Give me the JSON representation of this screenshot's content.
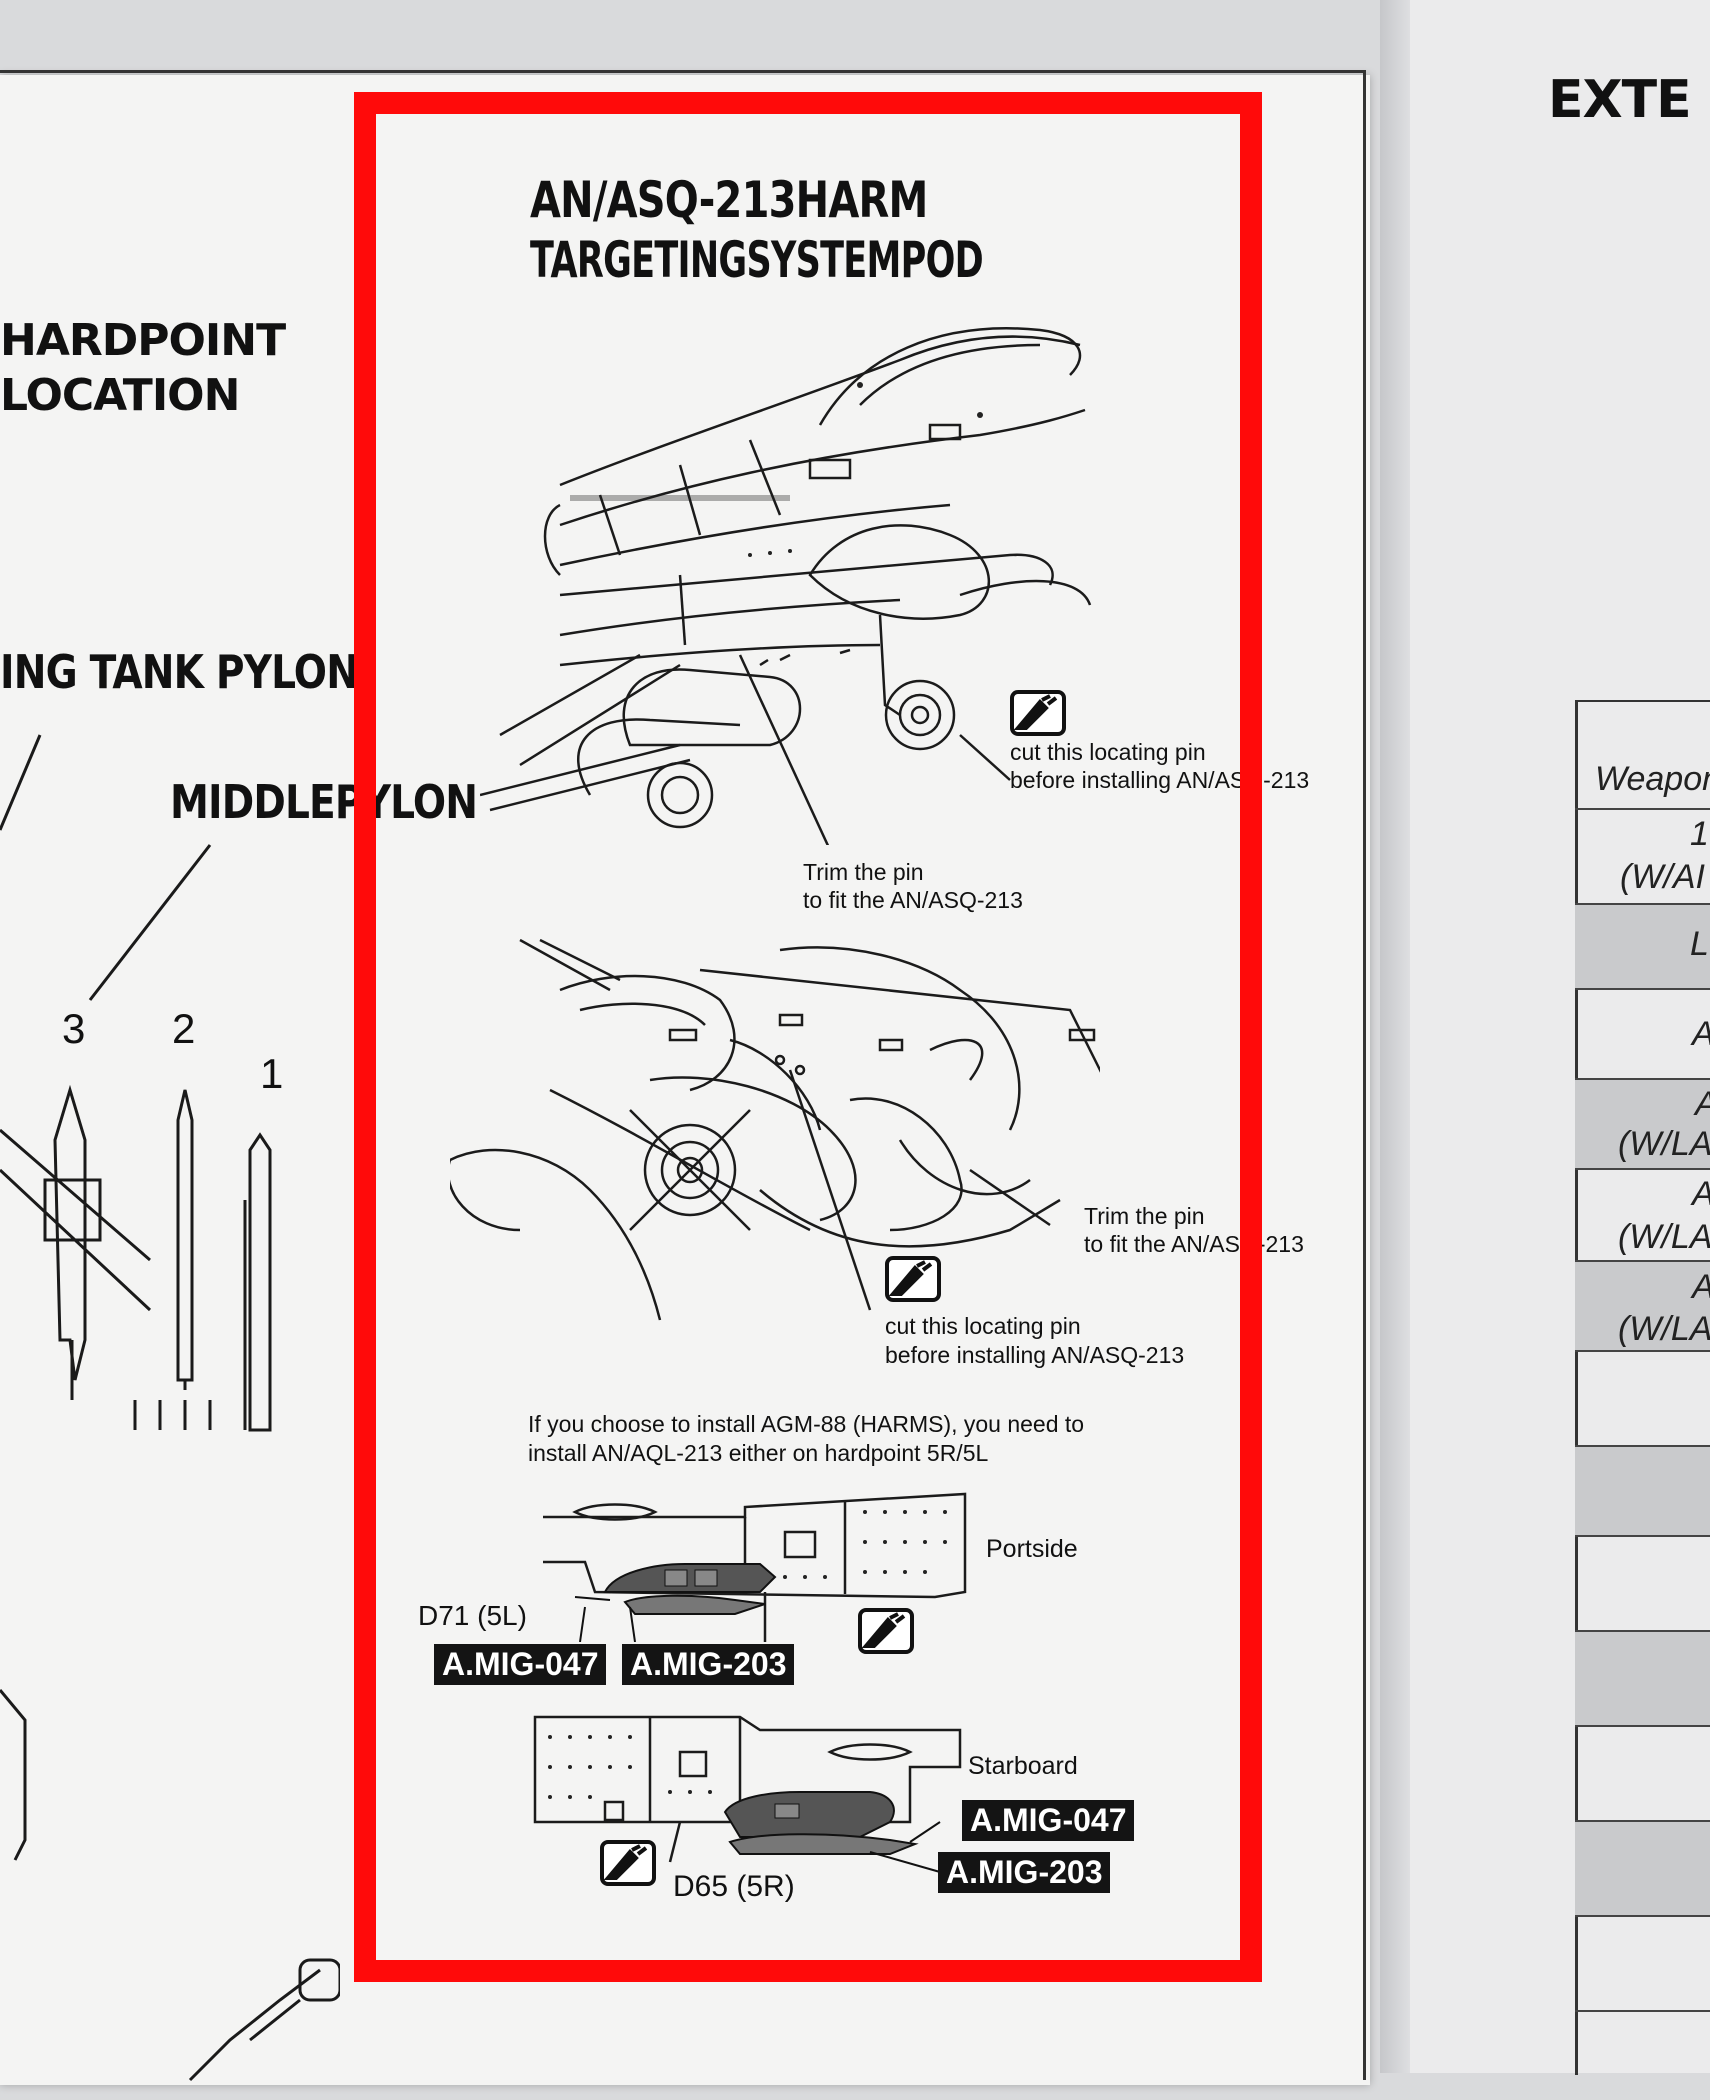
{
  "pod_title": {
    "line1": "AN/ASQ-213HARM",
    "line2": "TARGETINGSYSTEMPOD"
  },
  "left_panel": {
    "hardpoint_line1": "HARDPOINT",
    "hardpoint_line2": "LOCATION",
    "tank_pylon": "ING TANK PYLON",
    "middle_pylon": "MIDDLEPYLON",
    "numbers": [
      "3",
      "2",
      "1"
    ]
  },
  "right_panel": {
    "header": "EXTE",
    "table_header": "Weapon",
    "rows": [
      "1",
      "(W/AI",
      "L",
      "A",
      "A",
      "(W/LA",
      "A",
      "(W/LA",
      "A",
      "(W/LA"
    ]
  },
  "callouts": {
    "cut_pin_top": "cut this locating pin",
    "cut_pin_top2": "before installing AN/ASQ-213",
    "trim_top": "Trim the pin",
    "trim_top2": "to fit the AN/ASQ-213",
    "trim_mid": "Trim the pin",
    "trim_mid2": "to fit the AN/ASQ-213",
    "cut_pin_mid": "cut this locating pin",
    "cut_pin_mid2": "before installing AN/ASQ-213"
  },
  "note": {
    "line1": "If you choose to install AGM-88 (HARMS), you need to",
    "line2": "install AN/AQL-213 either on hardpoint 5R/5L"
  },
  "portside": {
    "label": "Portside",
    "decal": "D71 (5L)",
    "paint1": "A.MIG-047",
    "paint2": "A.MIG-203"
  },
  "starboard": {
    "label": "Starboard",
    "decal": "D65 (5R)",
    "paint1": "A.MIG-047",
    "paint2": "A.MIG-203"
  }
}
